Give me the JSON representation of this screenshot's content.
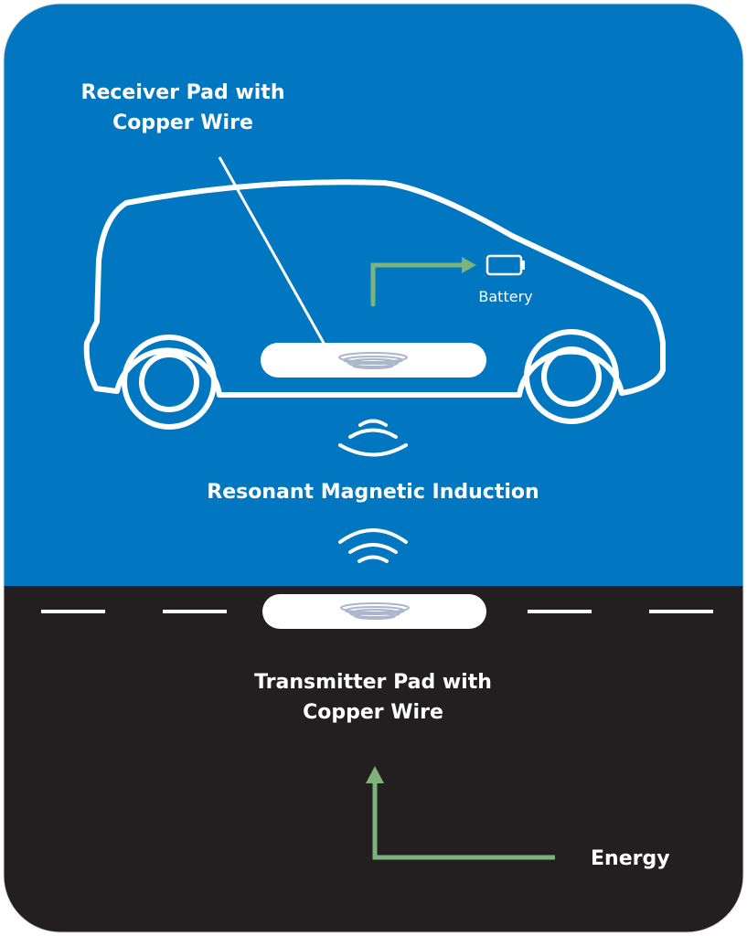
{
  "title": "Wireless EV Charging",
  "labels": {
    "receiver_line1": "Receiver Pad with",
    "receiver_line2": "Copper Wire",
    "battery": "Battery",
    "induction": "Resonant Magnetic Induction",
    "transmitter_line1": "Transmitter Pad with",
    "transmitter_line2": "Copper Wire",
    "energy": "Energy"
  },
  "colors": {
    "sky": "#0077c0",
    "road": "#231f20",
    "arrow": "#7db37a",
    "coil": "#a9b6cc",
    "line": "#ffffff"
  }
}
